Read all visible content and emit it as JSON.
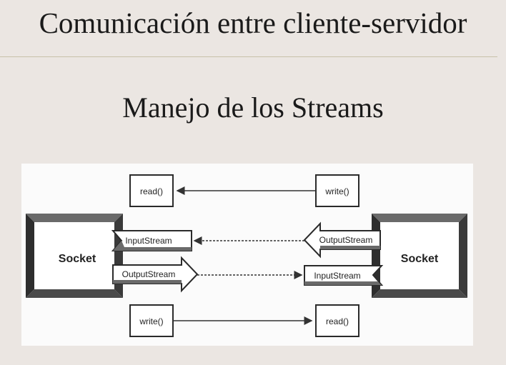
{
  "header": {
    "title": "Comunicación entre cliente-servidor"
  },
  "section": {
    "subtitle": "Manejo de los Streams"
  },
  "diagram": {
    "left_socket": {
      "label": "Socket",
      "input_stream": "InputStream",
      "output_stream": "OutputStream"
    },
    "right_socket": {
      "label": "Socket",
      "input_stream": "InputStream",
      "output_stream": "OutputStream"
    },
    "left_read": "read()",
    "left_write": "write()",
    "right_read": "read()",
    "right_write": "write()",
    "colors": {
      "frame": "#2b2b2b",
      "bevel": "#555555",
      "line": "#333333",
      "box_fill": "#ffffff"
    }
  }
}
